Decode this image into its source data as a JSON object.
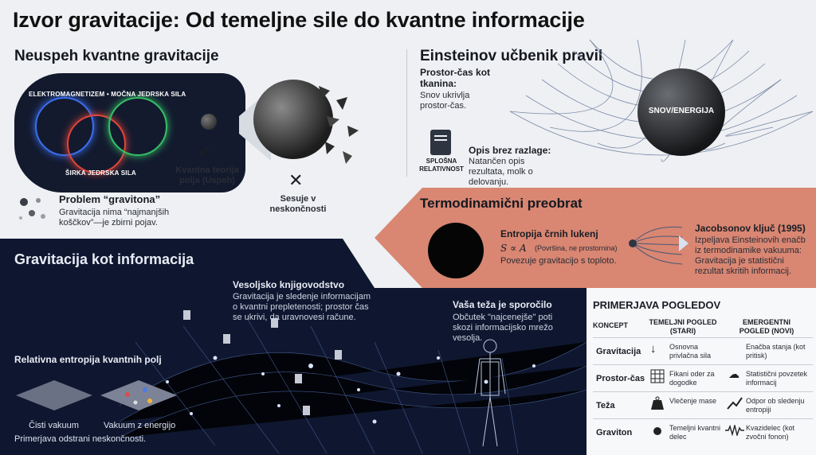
{
  "title": "Izvor gravitacije: Od temeljne sile do kvantne informacije",
  "failure": {
    "heading": "Neuspeh kvantne gravitacije",
    "forces_top": "ELEKTROMAGNETIZEM • MOČNA JEDRSKA SILA",
    "forces_bottom": "ŠIRKA JEDRSKA SILA",
    "success_label": "Kvantna teorija polja (Uspeh)",
    "collapse_label": "Sesuje v neskončnosti",
    "graviton_title": "Problem “gravitona”",
    "graviton_text": "Gravitacija nima “najmanjših koščkov”—je zbirni pojav."
  },
  "einstein": {
    "heading": "Einsteinov učbenik pravil",
    "spacetime_title": "Prostor-čas kot tkanina:",
    "spacetime_text": "Snov ukrivlja prostor-čas.",
    "mass_label": "SNOV/ENERGIJA",
    "book_label": "SPLOŠNA RELATIVNOST",
    "desc_title": "Opis brez razlage:",
    "desc_text": "Natančen opis rezultata, molk o delovanju."
  },
  "thermo": {
    "heading": "Termodinamični preobrat",
    "entropy_title": "Entropija črnih lukenj",
    "formula": "S ∝ A",
    "formula_note": "(Površina, ne prostornina)",
    "entropy_text": "Povezuje gravitacijo s toploto.",
    "jacobson_title": "Jacobsonov ključ (1995)",
    "jacobson_text": "Izpeljava Einsteinovih enačb iz termodinamike vakuuma: Gravitacija je statistični rezultat skritih informacij."
  },
  "information": {
    "heading": "Gravitacija kot informacija",
    "ledger_title": "Vesoljsko knjigovodstvo",
    "ledger_text": "Gravitacija je sledenje informacijam o kvantni prepletenosti; prostor čas se ukrivi, da uravnovesi račune.",
    "message_title": "Vaša teža je sporočilo",
    "message_text": "Občutek \"najcenejše\" poti skozi informacijsko mrežo vesolja.",
    "entropy_title": "Relativna entropija kvantnih polj",
    "vacuum_label": "Čisti vakuum",
    "energy_label": "Vakuum z energijo",
    "compare_note": "Primerjava odstrani neskončnosti."
  },
  "comparison": {
    "heading": "PRIMERJAVA POGLEDOV",
    "col_concept": "KONCEPT",
    "col_old": "TEMELJNI POGLED (STARI)",
    "col_new": "EMERGENTNI POGLED (NOVI)",
    "rows": [
      {
        "concept": "Gravitacija",
        "old": "Osnovna privlačna sila",
        "new": "Enačba stanja (kot pritisk)",
        "old_icon": "arrow-down-icon",
        "new_icon": "thermometer-icon"
      },
      {
        "concept": "Prostor-čas",
        "old": "Fikani oder za dogodke",
        "new": "Statistični povzetek informacij",
        "old_icon": "grid-icon",
        "new_icon": "cloud-network-icon"
      },
      {
        "concept": "Teža",
        "old": "Vlečenje mase",
        "new": "Odpor ob sledenju entropiji",
        "old_icon": "weight-icon",
        "new_icon": "trend-up-icon"
      },
      {
        "concept": "Graviton",
        "old": "Temeljni kvantni delec",
        "new": "Kvazidelec (kot zvočni fonon)",
        "old_icon": "dot-icon",
        "new_icon": "wave-icon"
      }
    ]
  }
}
